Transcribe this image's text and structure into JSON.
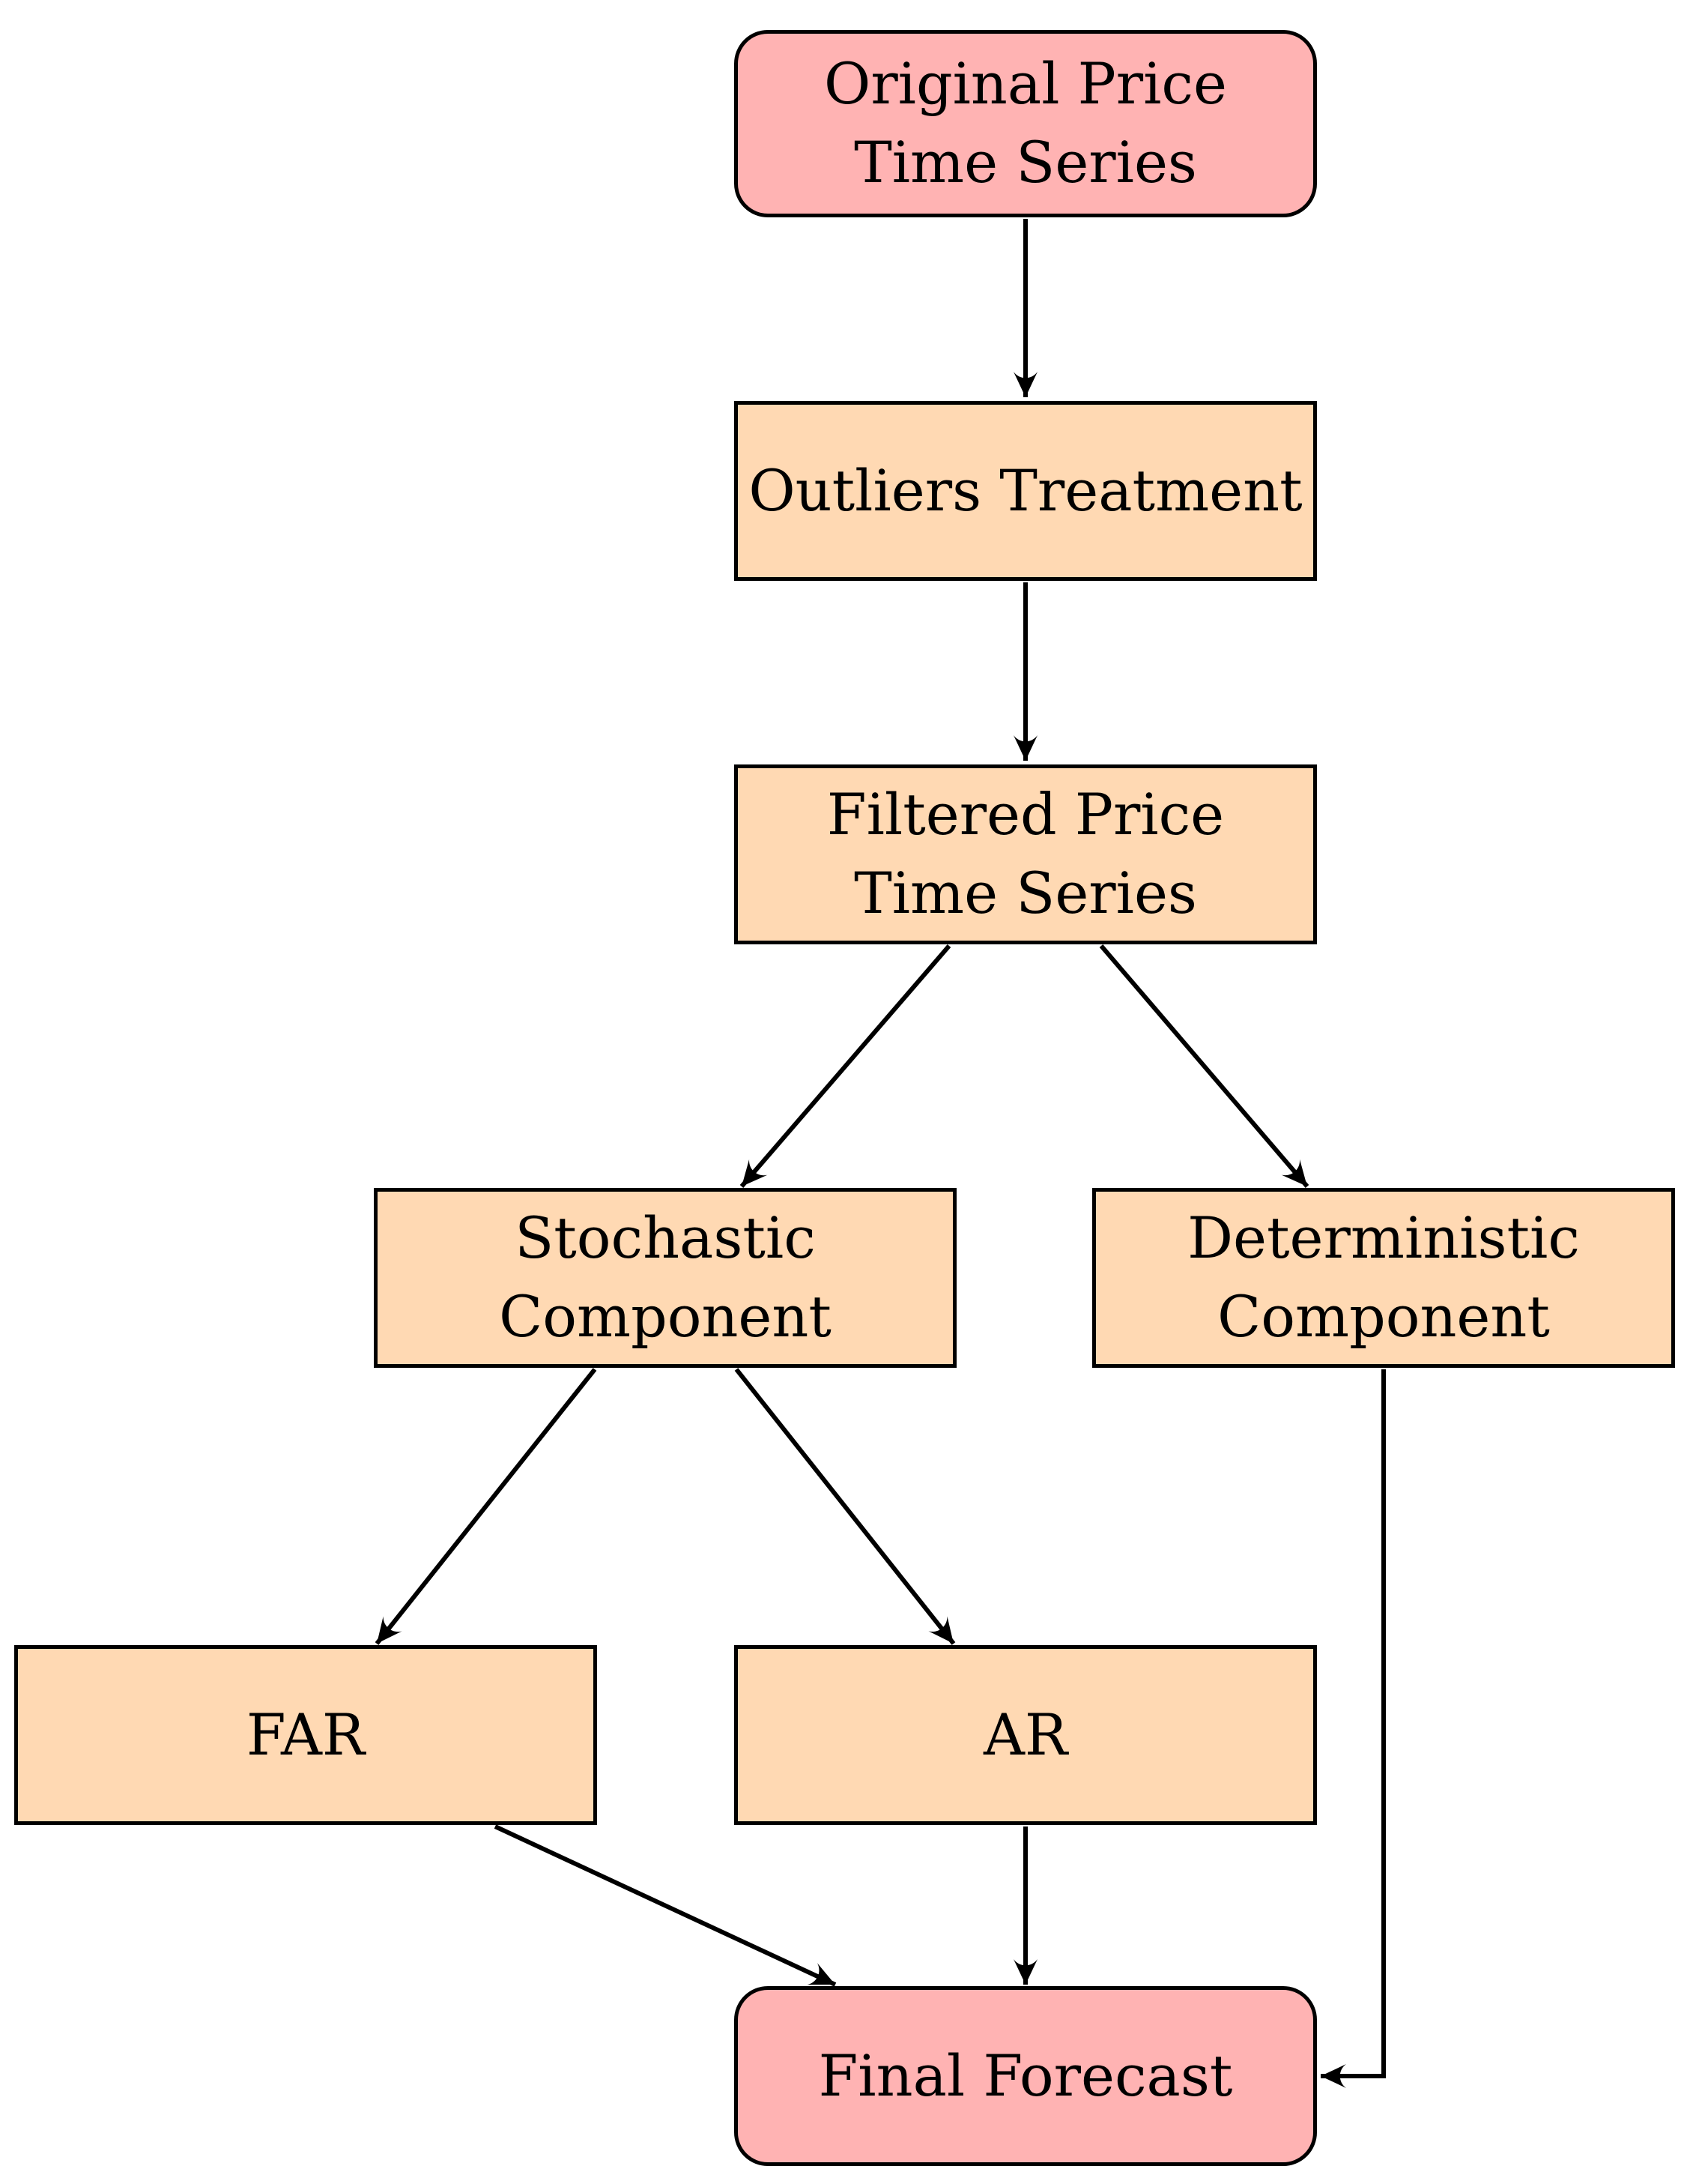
{
  "diagram": {
    "type": "flowchart",
    "background_color": "#FFFFFF",
    "colors": {
      "terminal_node_fill": "#FFB3B3",
      "process_node_fill": "#FFD9B3",
      "node_border": "#000000",
      "arrow": "#000000",
      "text": "#000000"
    },
    "nodes": {
      "original": {
        "line1": "Original Price",
        "line2": "Time Series",
        "shape": "rounded-rectangle",
        "fill": "#FFB3B3"
      },
      "outliers": {
        "line1": "Outliers Treatment",
        "shape": "rectangle",
        "fill": "#FFD9B3"
      },
      "filtered": {
        "line1": "Filtered Price",
        "line2": "Time Series",
        "shape": "rectangle",
        "fill": "#FFD9B3"
      },
      "stochastic": {
        "line1": "Stochastic",
        "line2": "Component",
        "shape": "rectangle",
        "fill": "#FFD9B3"
      },
      "deterministic": {
        "line1": "Deterministic",
        "line2": "Component",
        "shape": "rectangle",
        "fill": "#FFD9B3"
      },
      "far": {
        "line1": "FAR",
        "shape": "rectangle",
        "fill": "#FFD9B3"
      },
      "ar": {
        "line1": "AR",
        "shape": "rectangle",
        "fill": "#FFD9B3"
      },
      "final": {
        "line1": "Final Forecast",
        "shape": "rounded-rectangle",
        "fill": "#FFB3B3"
      }
    },
    "edges": [
      {
        "from": "original",
        "to": "outliers"
      },
      {
        "from": "outliers",
        "to": "filtered"
      },
      {
        "from": "filtered",
        "to": "stochastic"
      },
      {
        "from": "filtered",
        "to": "deterministic"
      },
      {
        "from": "stochastic",
        "to": "far"
      },
      {
        "from": "stochastic",
        "to": "ar"
      },
      {
        "from": "far",
        "to": "final"
      },
      {
        "from": "ar",
        "to": "final"
      },
      {
        "from": "deterministic",
        "to": "final"
      }
    ]
  }
}
